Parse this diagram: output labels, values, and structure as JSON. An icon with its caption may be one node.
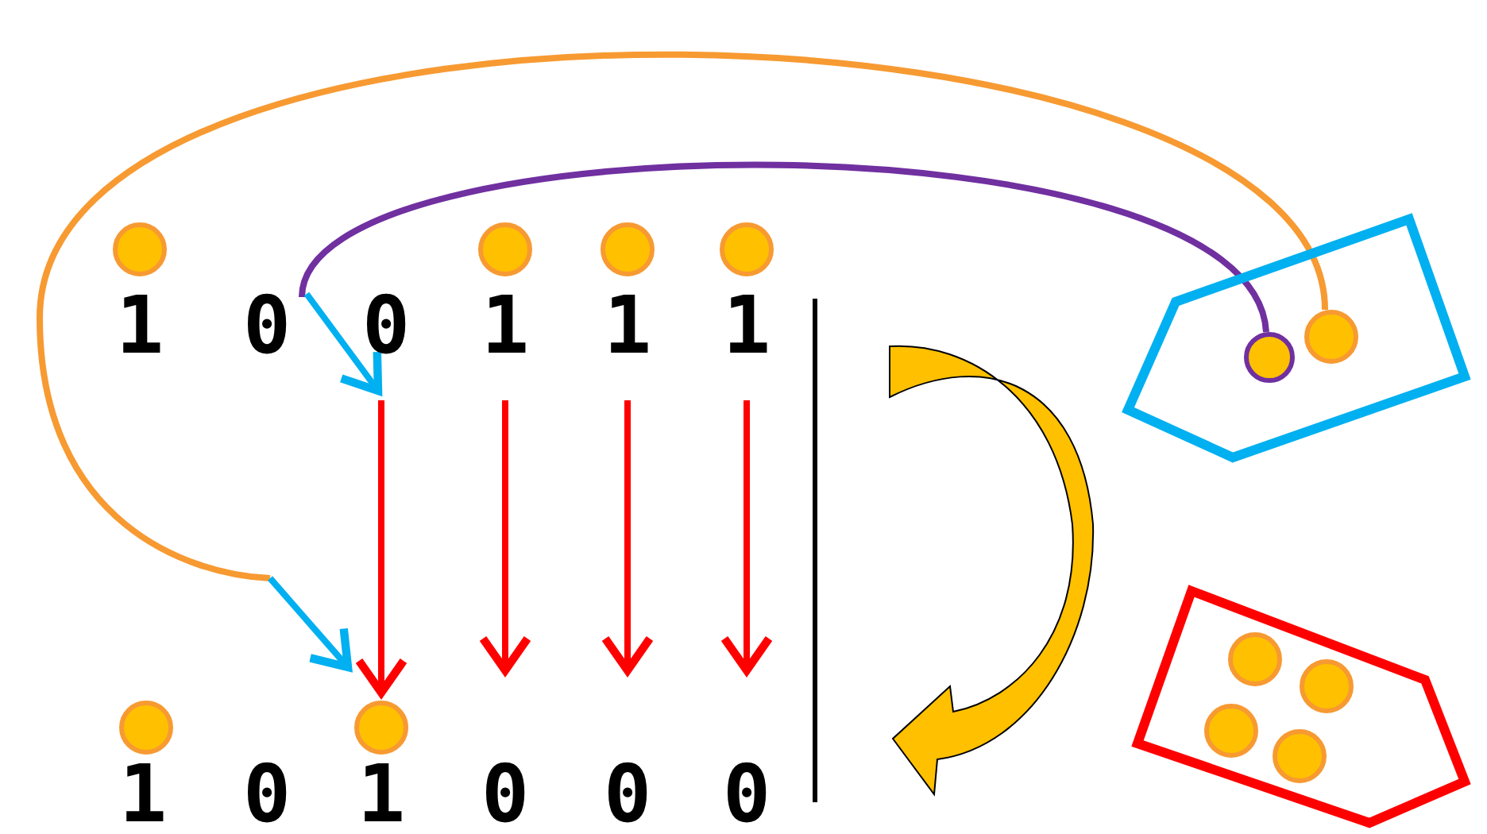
{
  "diagram": {
    "nodes": [
      {
        "text": [
          "1"
        ]
      },
      {
        "text": [
          "0"
        ]
      },
      {
        "text": [
          "0"
        ]
      },
      {
        "text": [
          "1"
        ]
      },
      {
        "text": [
          "1"
        ]
      },
      {
        "text": [
          "1"
        ]
      },
      {
        "text": [
          "1"
        ]
      },
      {
        "text": [
          "0"
        ]
      },
      {
        "text": [
          "1"
        ]
      },
      {
        "text": [
          "0"
        ]
      },
      {
        "text": [
          "0"
        ]
      },
      {
        "text": [
          "0"
        ]
      },
      {
        "text": [],
        "shape": "circle"
      },
      {
        "text": [],
        "shape": "circle"
      },
      {
        "text": [],
        "shape": "circle"
      },
      {
        "text": [],
        "shape": "circle"
      },
      {
        "text": [],
        "shape": "circle"
      },
      {
        "text": [],
        "shape": "circle"
      },
      {
        "text": [],
        "shape": "pentagon"
      },
      {
        "text": [],
        "shape": "circle",
        "in": 18
      },
      {
        "text": [],
        "shape": "circle",
        "in": 18
      },
      {
        "text": [],
        "shape": "pentagon"
      },
      {
        "text": [],
        "shape": "circle",
        "in": 21
      },
      {
        "text": [],
        "shape": "circle",
        "in": 21
      },
      {
        "text": [],
        "shape": "circle",
        "in": 21
      },
      {
        "text": [],
        "shape": "circle",
        "in": 21
      }
    ],
    "edges": [
      {
        "from": 2,
        "to": 17,
        "arrow": "to",
        "color": "#ff0000"
      },
      {
        "from": 3,
        "to": 9,
        "arrow": "to",
        "color": "#ff0000"
      },
      {
        "from": 4,
        "to": 10,
        "arrow": "to",
        "color": "#ff0000"
      },
      {
        "from": 5,
        "to": 11,
        "arrow": "to",
        "color": "#ff0000"
      },
      {
        "from": 1,
        "to": 19,
        "arrow": "none",
        "color": "#7030a0"
      },
      {
        "from": 1,
        "to": 2,
        "arrow": "to",
        "color": "#00b0f0"
      },
      {
        "from": 20,
        "to": 17,
        "arrow": "to",
        "color": "#f79a32"
      }
    ]
  }
}
